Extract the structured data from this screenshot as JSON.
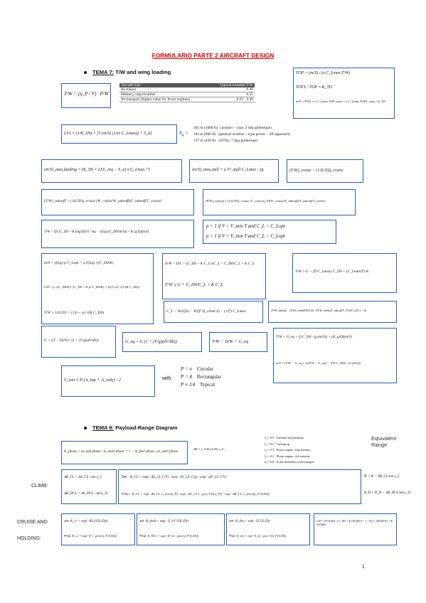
{
  "title": "FORMULARIO PARTE 2 AIRCRAFT DESIGN",
  "tema7": {
    "label": "TEMA 7:",
    "text": "T/W and wing loading"
  },
  "tema8": {
    "label": "TEMA 8:",
    "text": "Payload-Range Diagram"
  },
  "page_number": "1",
  "eqs": {
    "tw_basic": "T/W = (η_P / V) · P/W",
    "tod": "TOP = (m/S) / (σ C_Lmax T/W)",
    "tofl": "TOFL / TOP ≈ K_TO",
    "ms_tofl": "m/S / (T/W) ≤ σ C_Lmax TOP_max = σ C_Lmax TOFL_max / K_TO",
    "lfl": "LFL ≈ (1/K_SN) × [5 (m/S) (1/(σ C_Lmax)) + S_a]",
    "ms_landing": "(m/S)_max,landing = (K_SN × LFL_req − S_a) σ C_Lmax / 5",
    "ms_stall": "(m/S)_max,stall = ρ V²_stall C_Lmax / 2g",
    "tw_cruise": "(T/W)_cruise > (1/(L/D))_cruise",
    "tw_takeoff": "(T/W)_takeoff > (1/(L/D))_cruise (W_cruise/W_takeoff)(T_takeoff/T_cruise)",
    "pw_takeoff": "(P/W)_takeoff ≥ (1/(L/D))_cruise (V_cruise/η_P)(W_cruise/W_takeoff)(T_takeoff/T_cruise)",
    "tw_qs": "T/W > QS (C_D0 + K (mg/QS)²) / mg − (Q/g)·(C_D0/(m/S)) + K (g/Q)(m/S)",
    "p_rule1": "p > 1 if V < V_min T and C_L > C_Lopt",
    "p_rule2": "p < 1 if V > V_min T and C_L < C_Lopt",
    "ms_g": "m/S = (Q/g) p C_Lopt = p (Q/g) √(C_D0/K)",
    "ld_p": "L/D = p √(C_D0/K) / (C_D0 + K p² C_D0/K) = p/(1+p²) √(1/(K C_D0))",
    "tw_p": "T/W ≥ 1/(L/D) = (1/p + p) √(K C_D0)",
    "dw": "D/W = D/L = (C_D0 + K C_L²)/C_L = C_D0/C_L + K C_L",
    "tw_g": "T/W ≥ G + C_D0/C_L + K C_L",
    "tw_f": "T/W ≥ G + (f²/C_Lmax) C_D0 + (C_Lmax/f²) K",
    "cl_eq": "C_L − W/(QS) − W/(f² Q_climb S) − (1/f²) C_Lmax",
    "tw_climb_n": "(T/W)_takeoff − (T/W)_climb(OEI) (W_TO/W_climb)(T_takeoff/T_TO)(N_e/(N_e−1))",
    "g_accel": "G = ((T − D)/W) / (1 + (V/g)(dV/dh))",
    "g_eq": "G_eq = G (1 + (V/g)(dV/dh))",
    "tw_geq": "T/W − D/W + G_eq",
    "tw_turn": "T/W > G_eq + Q C_D0 / (g (m/S)) + (K_g/Q)(m/S)",
    "ms_root": "m/S = (T/W − G_eq ± √((T/W − G_eq)² − 4 K C_D0)) / (2 g K/Q)",
    "swet": "S_wet ≈ P (A_top + A_side) / 2",
    "swet_with": "with",
    "k_phase": "K_phase = m_end phase / m_start phase = 1 − m_fuel phase / m_start phase",
    "range_eq": "ΔR = f_0 Δh (L/D) η_0 ...",
    "climb_dr": "ΔR_CL = Δh_CL / tan γ_C",
    "climb_drcl": "ΔR_DCL = Δh_DCL / tan γ_D",
    "climb_jet": "K_CL = exp(−Δh_CL C/V) · exp(−ΔV_CL C/g) · exp(−ΔF_CL C/V)",
    "climb_prop": "K_CL = exp(−Δh_CL C_pow/η_P) · exp(−ΔV_CL C_pow V/(g η_P)) · exp(−ΔR_CL C_pow/(η_P (L/D)))",
    "climb_r": "R' = R − ΔR_CL/tan γ_C",
    "climb_rb": "R_D = R_D − ΔR_DCL/tan γ_D",
    "cruise_jet": "K_cr = exp(−RC/(V(L/D)))",
    "cruise_prop": "K_cr = exp(−R C_pow/(η_P (L/D)))",
    "hold_jet": "K_hold = exp(−E_h C/V(L/D))",
    "hold_prop": "K_DCL = exp(−R_h C_pow/(η_P (L/D)))",
    "desc_jet": "K_des = exp(−FC/(L/D))",
    "desc_prop": "K_des = exp(−E_d C_pow V/(η_P (L/D)))",
    "ld_final": "L/D = (W/(QS)) / (C_D0 + K (W/QS)²) = 1 / (Q C_D0/(W/S) + K W/(QS))"
  },
  "labels": {
    "jet": "Jet:",
    "prop": "Prop:",
    "climb": "CLIMB:",
    "cruise_and": "CRUISE AND",
    "holding": "HOLDING:",
    "equivalent_range": "Equivalent Range"
  },
  "aircraft_table": {
    "headers": [
      "Aircraft type",
      "Typical installed T/W"
    ],
    "rows": [
      [
        "Jet trainer",
        "0.40"
      ],
      [
        "Military cargo/bomber",
        "0.25"
      ],
      [
        "Jet transport (higher value for fewer engines)",
        "0.25 - 0.40"
      ]
    ]
  },
  "sa_cases": [
    {
      "value": "305 m (1000 ft)",
      "note": "(airliner – type, 3 deg glideslope)"
    },
    {
      "value": "183 m (600 ft)",
      "note": "(general aviation – type power – off approach)"
    },
    {
      "value": "137 m (450 ft)",
      "note": "(STOL, 7 deg glideslope)"
    }
  ],
  "perimeter_cases": [
    {
      "formula": "P = π",
      "shape": "Circular"
    },
    {
      "formula": "P = 4",
      "shape": "Rectangular"
    },
    {
      "formula": "P ≈ 3.4",
      "shape": "Typical"
    }
  ],
  "range_factors": [
    {
      "f": "f₀ = 0.6",
      "desc": "Turbojet and turbofan"
    },
    {
      "f": "f₀ = 0.5",
      "desc": "Turboprop"
    },
    {
      "f": "f₀ = 0.4",
      "desc": "Piston engine, lean mixture"
    },
    {
      "f": "f₀ = 0.2",
      "desc": "Piston engine, rich mixture"
    },
    {
      "f": "f₀ = 0.8",
      "desc": "If this method is turbocharged"
    }
  ]
}
